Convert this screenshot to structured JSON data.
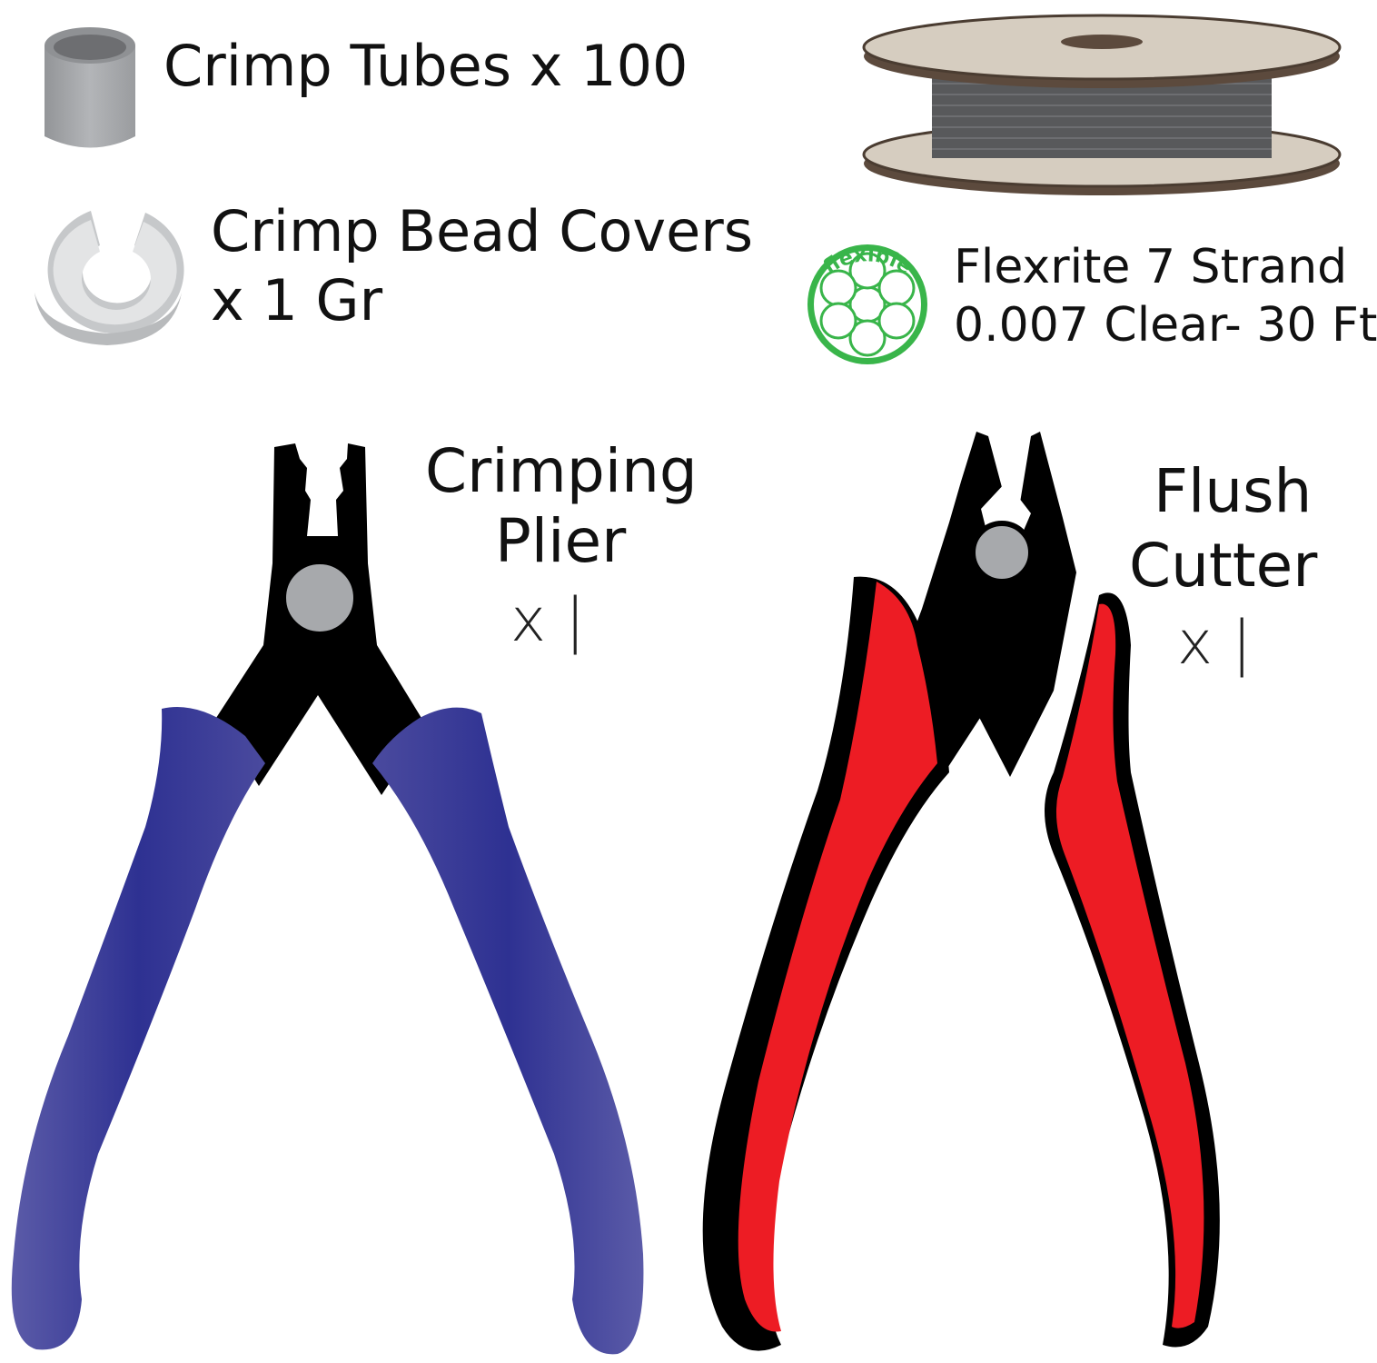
{
  "items": {
    "crimp_tubes": {
      "label": "Crimp Tubes x 100"
    },
    "bead_covers": {
      "line1": "Crimp Bead Covers",
      "line2": "x 1 Gr"
    },
    "wire": {
      "badge_text": "flexible",
      "line1": "Flexrite 7 Strand",
      "line2": "0.007 Clear- 30 Ft"
    },
    "crimping_plier": {
      "line1": "Crimping",
      "line2": "Plier",
      "qty": "x |"
    },
    "flush_cutter": {
      "line1": "Flush",
      "line2": "Cutter",
      "qty": "x |"
    }
  },
  "colors": {
    "crimp_plier_handle": "#2e3192",
    "flush_cutter_handle": "#ed1c24",
    "steel_jaw": "#000000",
    "pivot": "#a7a9ac",
    "spool_wood": "#d6cdc0",
    "spool_wire": "#58595b",
    "badge_green": "#39b54a",
    "bead_cover_gray": "#d1d3d4",
    "crimp_tube_gray": "#a7a9ac"
  },
  "icons": [
    "crimp-tube-icon",
    "bead-cover-icon",
    "wire-spool-icon",
    "flexible-strand-icon",
    "crimping-plier-icon",
    "flush-cutter-icon"
  ]
}
